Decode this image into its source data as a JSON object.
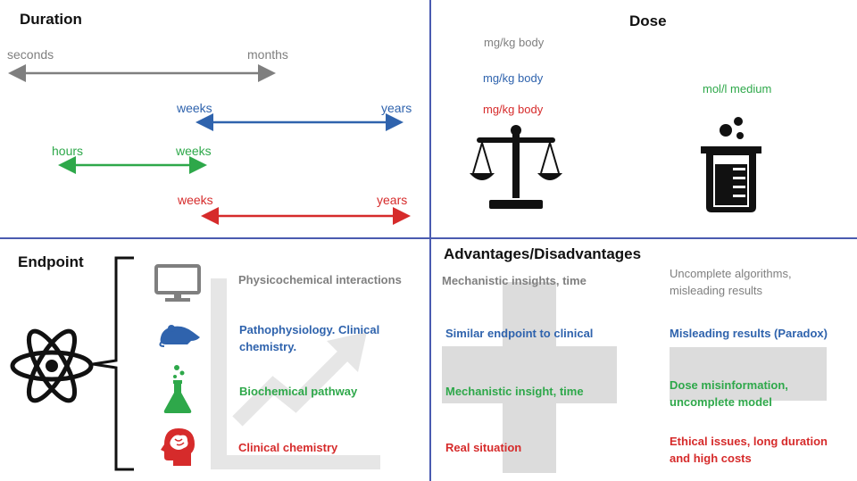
{
  "duration": {
    "title": "Duration",
    "rows": [
      {
        "start": "seconds",
        "end": "months",
        "color": "#7f7f7f"
      },
      {
        "start": "weeks",
        "end": "years",
        "color": "#2f63ad"
      },
      {
        "start": "hours",
        "end": "weeks",
        "color": "#2ea84a"
      },
      {
        "start": "weeks",
        "end": "years",
        "color": "#d62b2b"
      }
    ]
  },
  "dose": {
    "title": "Dose",
    "units": [
      {
        "text": "mg/kg body",
        "color": "#7f7f7f"
      },
      {
        "text": "mg/kg body",
        "color": "#2f63ad"
      },
      {
        "text": "mg/kg body",
        "color": "#d62b2b"
      }
    ],
    "medium": {
      "text": "mol/l medium",
      "color": "#2ea84a"
    },
    "icons": [
      "scale-icon",
      "beaker-icon"
    ]
  },
  "endpoint": {
    "title": "Endpoint",
    "items": [
      {
        "icon": "monitor-icon",
        "text": "Physicochemical interactions",
        "color": "#7f7f7f"
      },
      {
        "icon": "rat-icon",
        "text": "Pathophysiology. Clinical chemistry.",
        "color": "#2f63ad"
      },
      {
        "icon": "flask-icon",
        "text": "Biochemical pathway",
        "color": "#2ea84a"
      },
      {
        "icon": "brain-head-icon",
        "text": "Clinical chemistry",
        "color": "#d62b2b"
      }
    ],
    "hub_icon": "atom-icon"
  },
  "advantages": {
    "title": "Advantages/Disadvantages",
    "rows": [
      {
        "advantage": "Mechanistic insights, time",
        "disadvantage": "Uncomplete algorithms, misleading results",
        "color": "#7f7f7f"
      },
      {
        "advantage": "Similar endpoint to clinical",
        "disadvantage": "Misleading results (Paradox)",
        "color": "#2f63ad"
      },
      {
        "advantage": "Mechanistic insight, time",
        "disadvantage": "Dose misinformation, uncomplete model",
        "color": "#2ea84a"
      },
      {
        "advantage": "Real situation",
        "disadvantage": "Ethical issues, long duration and high costs",
        "color": "#d62b2b"
      }
    ]
  }
}
